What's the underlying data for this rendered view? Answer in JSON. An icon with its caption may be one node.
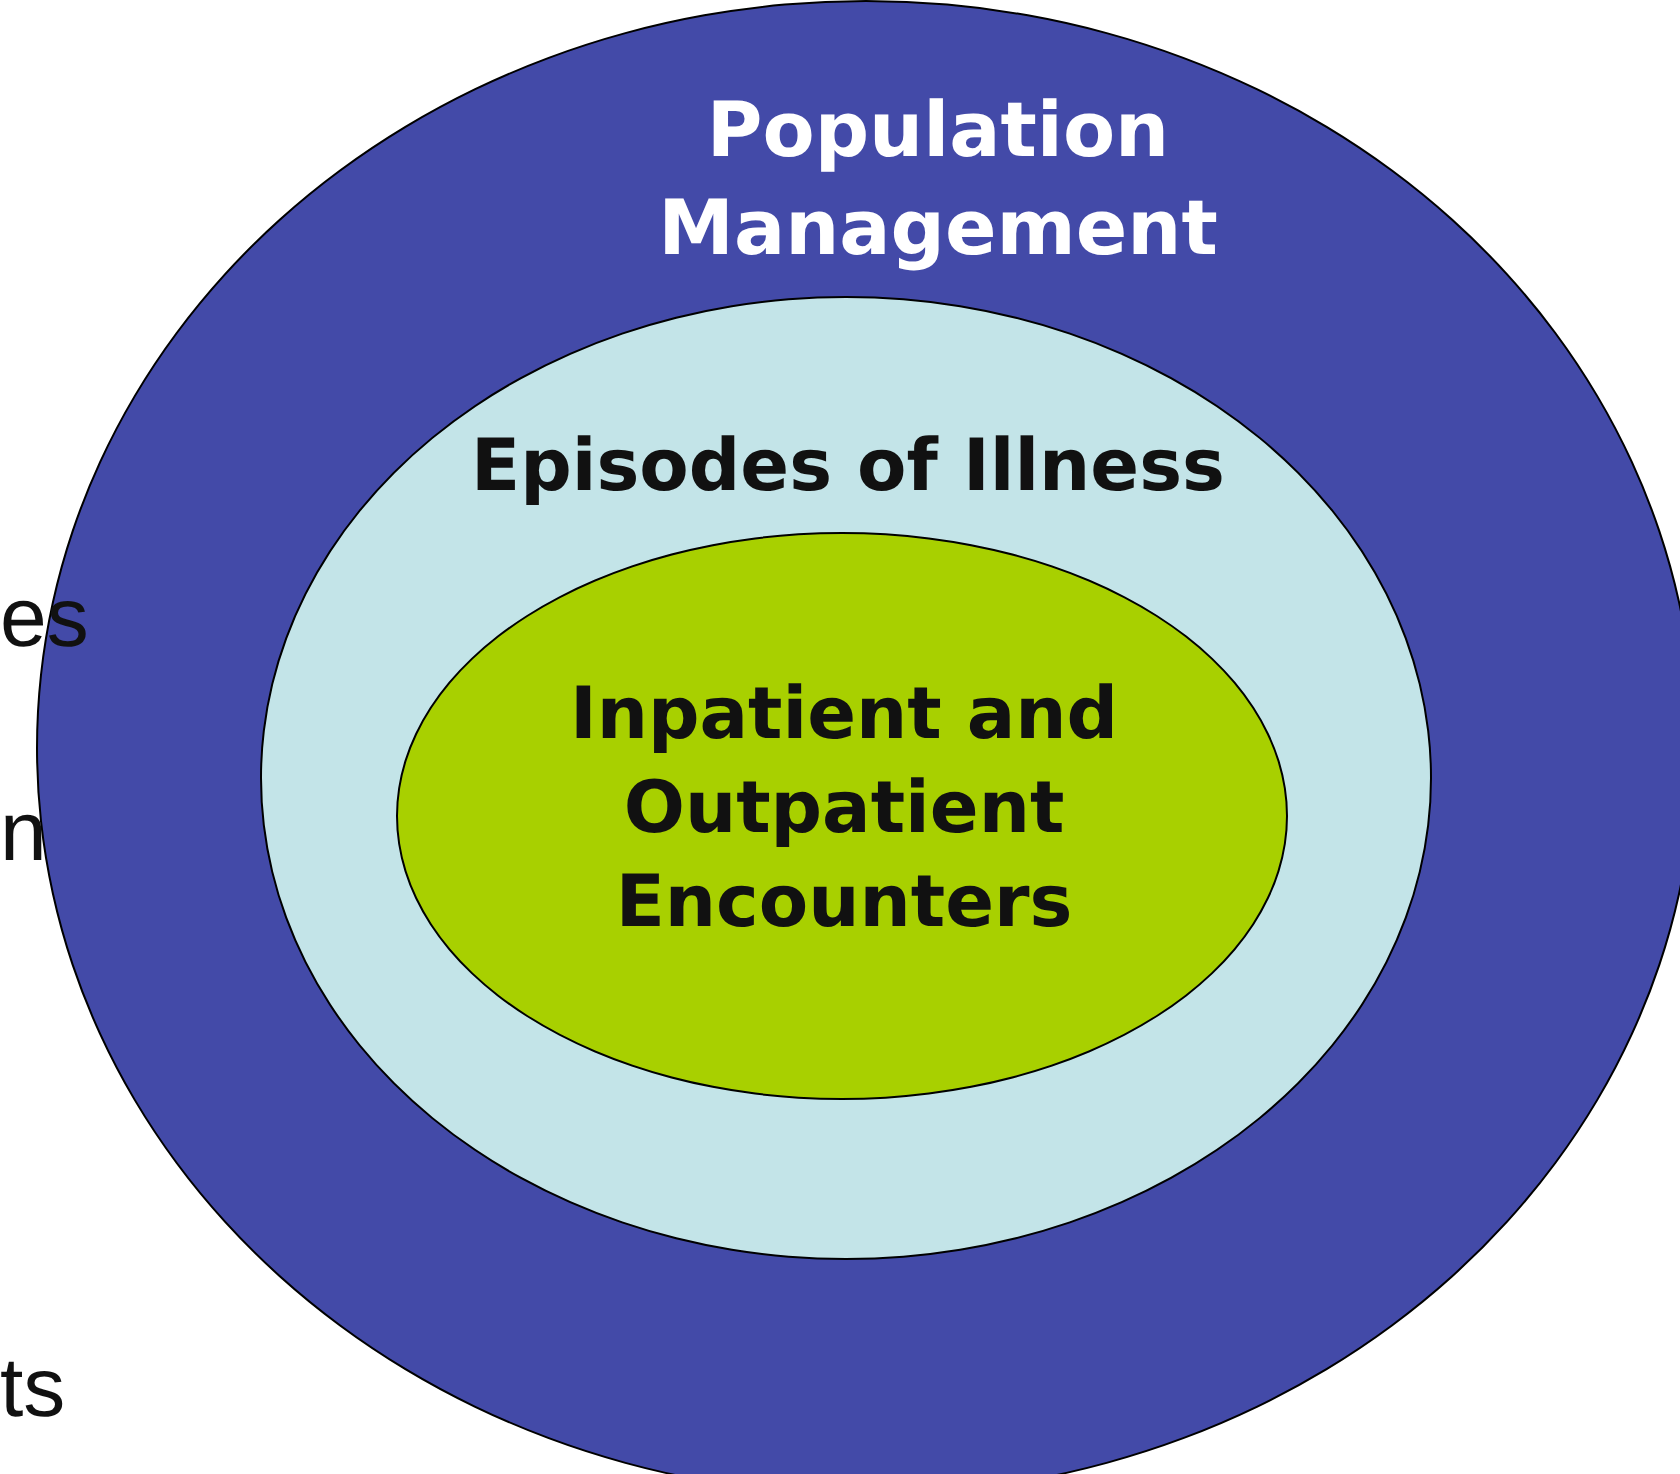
{
  "diagram": {
    "nodes": [
      {
        "text": [
          "Population Management"
        ]
      },
      {
        "text": [
          "Episodes of Illness"
        ],
        "in": 0
      },
      {
        "text": [
          "Inpatient and Outpatient Encounters"
        ],
        "in": 1
      }
    ],
    "labels": [
      "es",
      "n",
      "ts"
    ]
  }
}
